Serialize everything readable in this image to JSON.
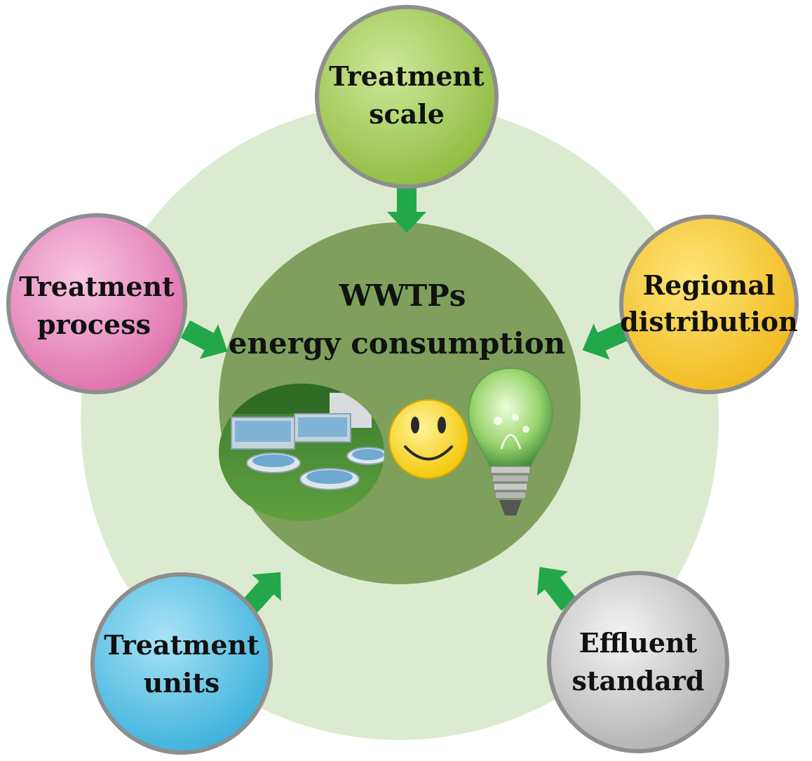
{
  "center": {
    "title_line1": "WWTPs",
    "title_line2": "energy consumption"
  },
  "factors": [
    {
      "id": "scale",
      "line1": "Treatment",
      "line2": "scale",
      "color": "#9cc64a"
    },
    {
      "id": "regional",
      "line1": "Regional",
      "line2": "distribution",
      "color": "#f2c51f"
    },
    {
      "id": "effluent",
      "line1": "Effluent",
      "line2": "standard",
      "color": "#c2c2c2"
    },
    {
      "id": "units",
      "line1": "Treatment",
      "line2": "units",
      "color": "#4fbfe4"
    },
    {
      "id": "process",
      "line1": "Treatment",
      "line2": "process",
      "color": "#e688bb"
    }
  ],
  "colors": {
    "outer_ring": "#dcebd0",
    "center_disk": "#7ea05c",
    "arrow": "#22a84a"
  },
  "icons": [
    "wastewater-plant-image",
    "smiley-icon",
    "light-bulb-icon"
  ]
}
